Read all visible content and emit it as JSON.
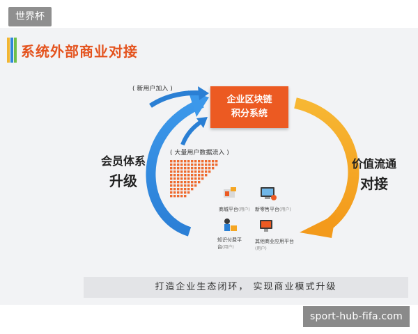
{
  "corner_tag": "世界杯",
  "watermark": "sport-hub-fifa.com",
  "slide": {
    "title": "系统外部商业对接",
    "title_bar_colors": [
      "#f2b632",
      "#2e86d9",
      "#6fbf4a"
    ],
    "center_box": {
      "line1": "企业区块链",
      "line2": "积分系统"
    },
    "new_users_label": "( 新用户加入 )",
    "data_inflow_label": "( 大量用户数据流入 )",
    "left_label": {
      "line1": "会员体系",
      "line2": "升级"
    },
    "right_label": {
      "line1": "价值流通",
      "line2": "对接"
    },
    "platforms": [
      {
        "name": "商城平台",
        "note": "(用户)",
        "icon": "mall-icon"
      },
      {
        "name": "新零售平台",
        "note": "(用户)",
        "icon": "retail-icon"
      },
      {
        "name": "知识付费平台",
        "note": "(用户)",
        "icon": "knowledge-icon"
      },
      {
        "name": "其他商业应用平台",
        "note": "(用户)",
        "icon": "other-app-icon"
      }
    ],
    "bottom_text": "打造企业生态闭环，  实现商业模式升级",
    "colors": {
      "accent": "#ec5a22",
      "blue": "#2a7fd4",
      "orange": "#f5a623",
      "dots": "#ee6a2e"
    }
  }
}
